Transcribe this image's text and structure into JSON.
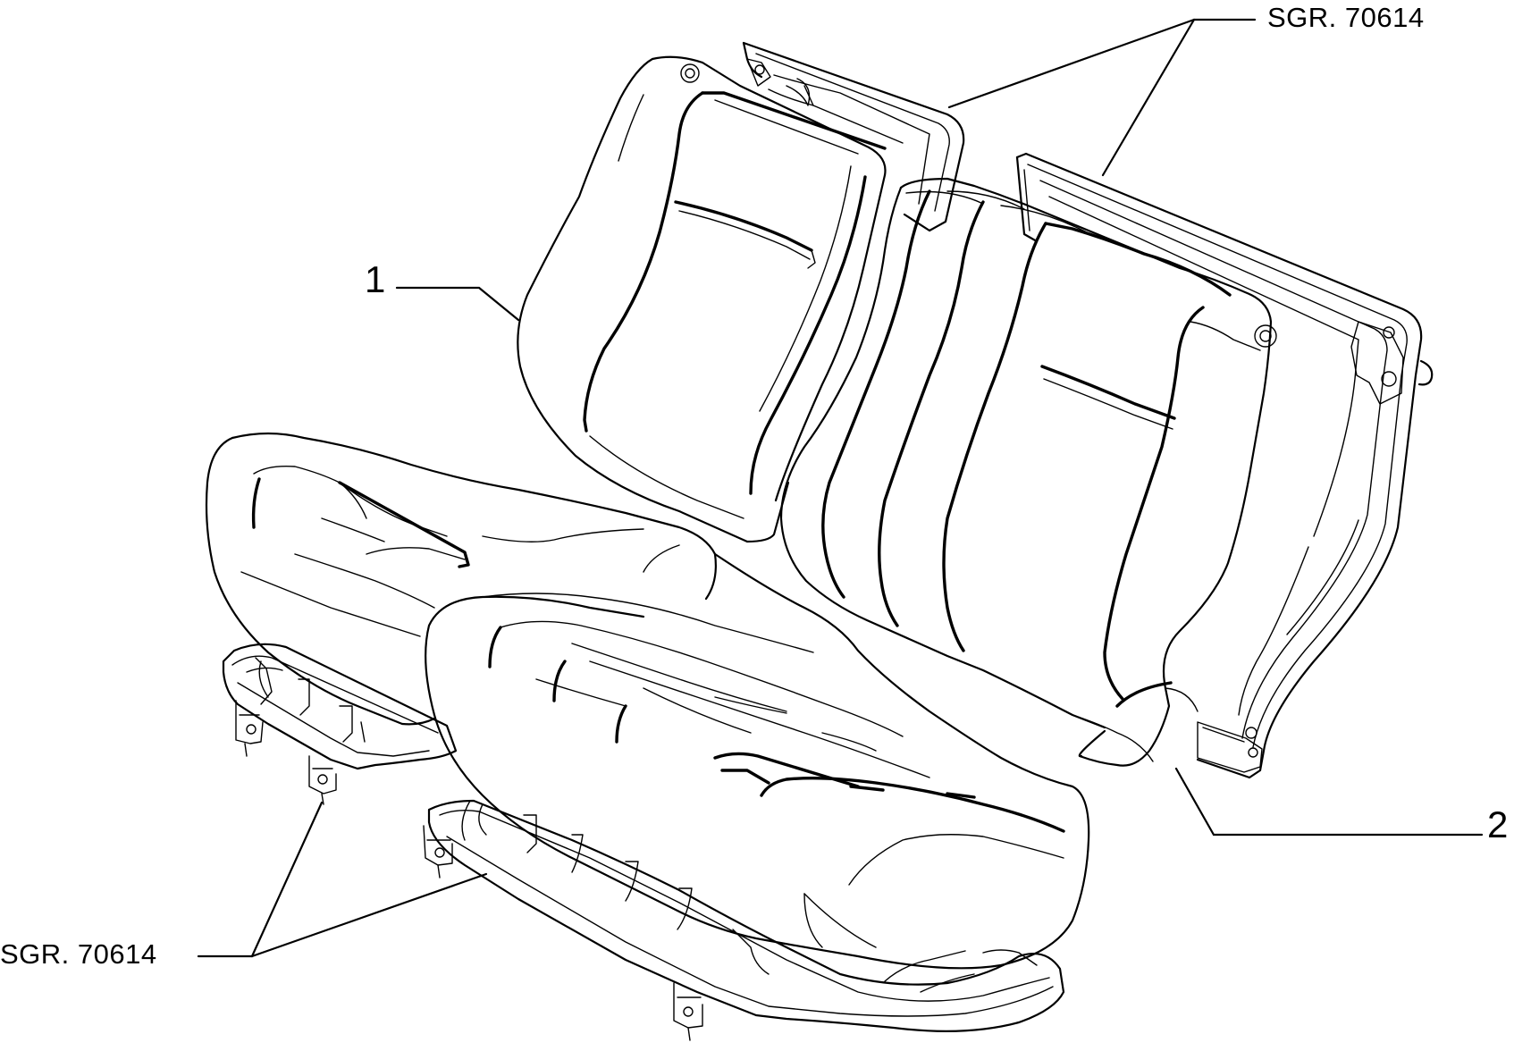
{
  "labels": {
    "ref_top": "SGR. 70614",
    "ref_bottom": "SGR. 70614",
    "part_1": "1",
    "part_2": "2"
  },
  "colors": {
    "line": "#000000",
    "background": "#ffffff"
  }
}
